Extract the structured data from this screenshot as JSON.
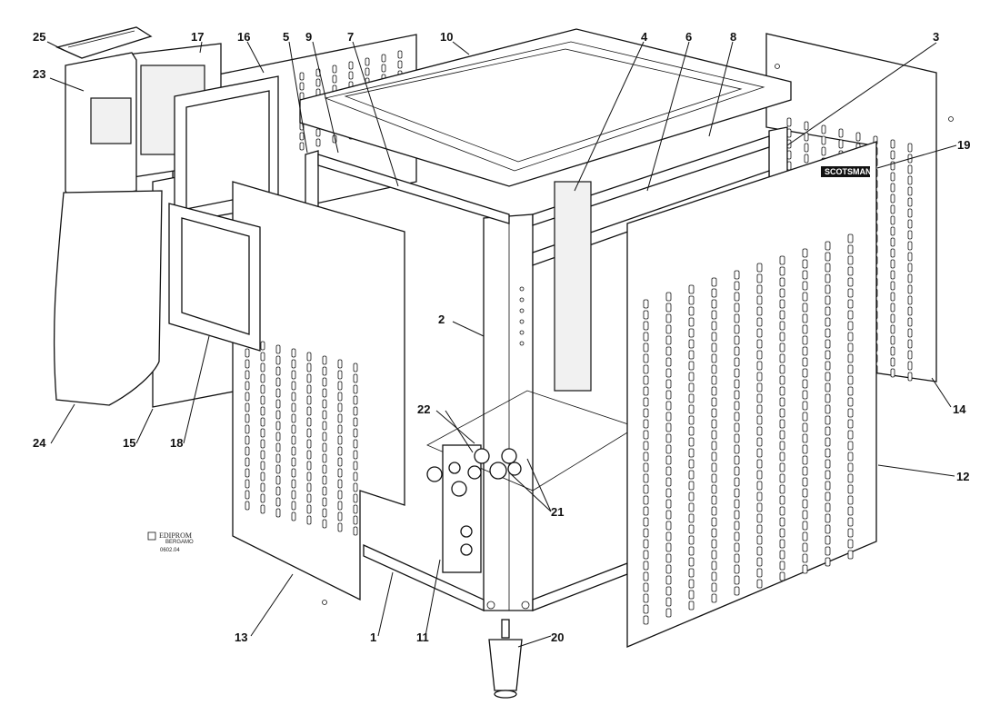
{
  "callouts": [
    {
      "id": "c25",
      "label": "25"
    },
    {
      "id": "c17",
      "label": "17"
    },
    {
      "id": "c16",
      "label": "16"
    },
    {
      "id": "c5",
      "label": "5"
    },
    {
      "id": "c9",
      "label": "9"
    },
    {
      "id": "c7",
      "label": "7"
    },
    {
      "id": "c10",
      "label": "10"
    },
    {
      "id": "c4",
      "label": "4"
    },
    {
      "id": "c6",
      "label": "6"
    },
    {
      "id": "c8",
      "label": "8"
    },
    {
      "id": "c3",
      "label": "3"
    },
    {
      "id": "c23",
      "label": "23"
    },
    {
      "id": "c19",
      "label": "19"
    },
    {
      "id": "c2",
      "label": "2"
    },
    {
      "id": "c22",
      "label": "22"
    },
    {
      "id": "c14",
      "label": "14"
    },
    {
      "id": "c24",
      "label": "24"
    },
    {
      "id": "c15",
      "label": "15"
    },
    {
      "id": "c18",
      "label": "18"
    },
    {
      "id": "c12",
      "label": "12"
    },
    {
      "id": "c21",
      "label": "21"
    },
    {
      "id": "c13",
      "label": "13"
    },
    {
      "id": "c1",
      "label": "1"
    },
    {
      "id": "c11",
      "label": "11"
    },
    {
      "id": "c20",
      "label": "20"
    }
  ],
  "brand_plate": "SCOTSMAN",
  "logo": {
    "name": "EDIPROM",
    "sub": "BERGAMO",
    "code": "0602.04"
  }
}
